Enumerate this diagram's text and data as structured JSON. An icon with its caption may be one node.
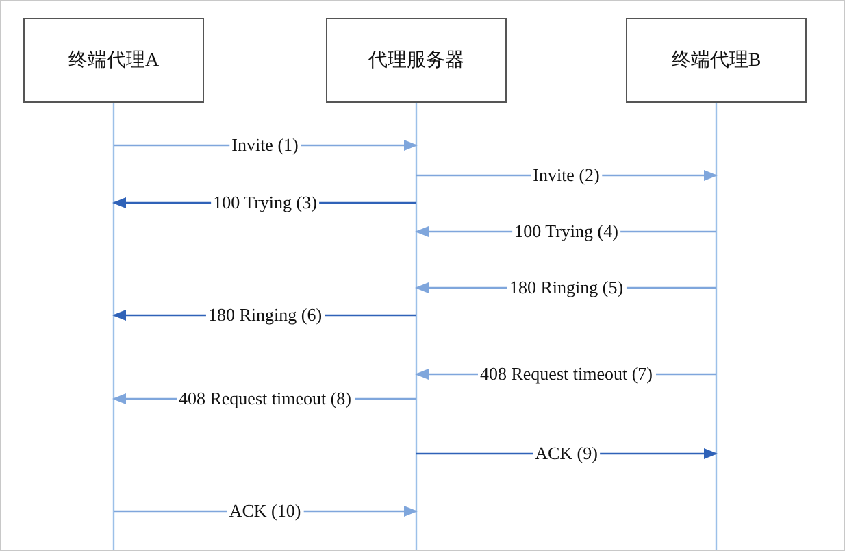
{
  "diagram": {
    "nodes": [
      {
        "text": [
          "终端代理A"
        ]
      },
      {
        "text": [
          "代理服务器"
        ]
      },
      {
        "text": [
          "终端代理B"
        ]
      }
    ],
    "edges": [
      {
        "from": 0,
        "to": 1,
        "arrow": "to",
        "label": "Invite (1)"
      },
      {
        "from": 1,
        "to": 2,
        "arrow": "to",
        "label": "Invite (2)"
      },
      {
        "from": 1,
        "to": 0,
        "arrow": "to",
        "label": "100 Trying (3)",
        "color": "#2f62b8"
      },
      {
        "from": 2,
        "to": 1,
        "arrow": "to",
        "label": "100 Trying (4)"
      },
      {
        "from": 2,
        "to": 1,
        "arrow": "to",
        "label": "180 Ringing (5)"
      },
      {
        "from": 1,
        "to": 0,
        "arrow": "to",
        "label": "180 Ringing (6)",
        "color": "#2f62b8"
      },
      {
        "from": 2,
        "to": 1,
        "arrow": "to",
        "label": "408 Request timeout (7)"
      },
      {
        "from": 1,
        "to": 0,
        "arrow": "to",
        "label": "408 Request timeout (8)"
      },
      {
        "from": 1,
        "to": 2,
        "arrow": "to",
        "label": "ACK (9)",
        "color": "#2f62b8"
      },
      {
        "from": 0,
        "to": 1,
        "arrow": "to",
        "label": "ACK (10)"
      }
    ]
  }
}
